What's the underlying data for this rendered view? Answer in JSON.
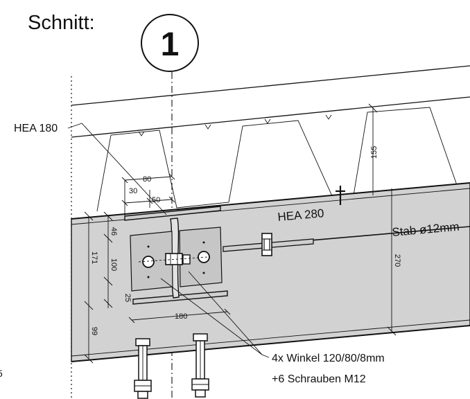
{
  "title": "Schnitt:",
  "section_number": "1",
  "labels": {
    "upper_beam": "HEA 180",
    "lower_beam": "HEA 280",
    "rod": "Stab ø12mm",
    "callout_line1": "4x Winkel 120/80/8mm",
    "callout_line2": "+6 Schrauben M12",
    "margin_mark": "5"
  },
  "dimensions": {
    "d80": "80",
    "d30": "30",
    "d50": "50",
    "d46": "46",
    "d171": "171",
    "d100": "100",
    "d25": "25",
    "d99": "99",
    "d180": "180",
    "d155": "155",
    "d270": "270"
  }
}
